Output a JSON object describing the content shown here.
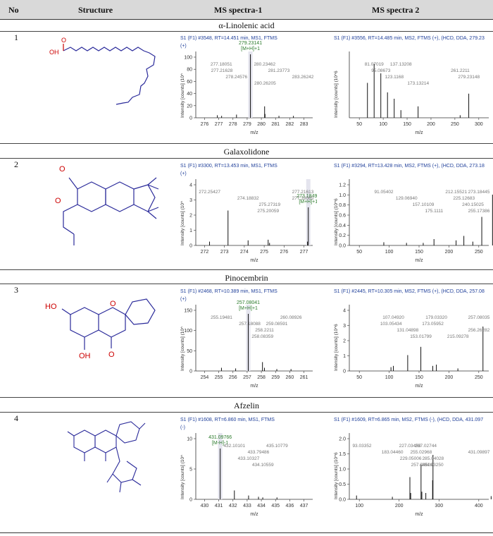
{
  "header": {
    "no": "No",
    "structure": "Structure",
    "ms1": "MS spectra-1",
    "ms2": "MS spectra 2"
  },
  "compounds": [
    {
      "no": "1",
      "name": "α-Linolenic acid",
      "ms1": {
        "title": "S1 (F1) #3548, RT=14.451 min, MS1, FTMS",
        "mode": "(+)",
        "ylabel": "Intensity [counts] (10^",
        "xlabel": "m/z",
        "xticks": [
          "276",
          "277",
          "278",
          "279",
          "280",
          "281",
          "282",
          "283"
        ],
        "yticks": [
          "0",
          "20",
          "40",
          "60",
          "80",
          "100"
        ],
        "main_label": "279.23141",
        "adduct": "[M+H]+1",
        "peaks": [
          {
            "mz": 276.9,
            "h": 4
          },
          {
            "mz": 277.2,
            "h": 3
          },
          {
            "mz": 278.25,
            "h": 5
          },
          {
            "mz": 279.23,
            "h": 100
          },
          {
            "mz": 280.23,
            "h": 18
          },
          {
            "mz": 280.26,
            "h": 6
          },
          {
            "mz": 281.24,
            "h": 3
          },
          {
            "mz": 282.26,
            "h": 3
          }
        ],
        "labels": [
          "277.18051",
          "277.21628",
          "278.24576",
          "280.26205",
          "280.23462",
          "281.23773",
          "283.26242"
        ]
      },
      "ms2": {
        "title": "S1 (F1) #3556, RT=14.485 min, MS2, FTMS (+), (HCD, DDA, 279.23",
        "ylabel": "Intensity [counts] (10^6",
        "xlabel": "m/z",
        "xticks": [
          "50",
          "100",
          "150",
          "200",
          "250",
          "300"
        ],
        "yticks": [],
        "peaks": [
          {
            "mz": 67,
            "h": 55
          },
          {
            "mz": 81,
            "h": 85
          },
          {
            "mz": 95,
            "h": 70
          },
          {
            "mz": 109,
            "h": 40
          },
          {
            "mz": 123,
            "h": 30
          },
          {
            "mz": 137,
            "h": 12
          },
          {
            "mz": 173,
            "h": 18
          },
          {
            "mz": 261,
            "h": 4
          },
          {
            "mz": 279,
            "h": 38
          }
        ],
        "labels": [
          "81.07019",
          "95.08673",
          "123.1168",
          "173.13214",
          "137.13208",
          "261.2211",
          "279.23148"
        ]
      }
    },
    {
      "no": "2",
      "name": "Galaxolidone",
      "ms1": {
        "title": "S1 (F1) #3300, RT=13.453 min, MS1, FTMS",
        "mode": "(+)",
        "ylabel": "Intensity [counts] (10^",
        "xlabel": "m/z",
        "xticks": [
          "272",
          "273",
          "274",
          "275",
          "276",
          "277"
        ],
        "yticks": [
          "0",
          "1",
          "2",
          "3",
          "4"
        ],
        "main_label": "273.18491",
        "adduct": "[M+H]+1",
        "peaks": [
          {
            "mz": 272.25,
            "h": 6
          },
          {
            "mz": 273.18,
            "h": 55
          },
          {
            "mz": 274.19,
            "h": 8
          },
          {
            "mz": 275.2,
            "h": 9
          },
          {
            "mz": 275.27,
            "h": 4
          },
          {
            "mz": 277.22,
            "h": 60
          },
          {
            "mz": 277.18,
            "h": 6
          }
        ],
        "labels": [
          "272.25427",
          "274.18832",
          "275.27319",
          "275.20059",
          "277.21613",
          "277.18065"
        ]
      },
      "ms2": {
        "title": "S1 (F1) #3294, RT=13.428 min, MS2, FTMS (+), (HCD, DDA, 273.18",
        "ylabel": "Intensity [counts] (10^6",
        "xlabel": "m/z",
        "xticks": [
          "50",
          "100",
          "150",
          "200",
          "250"
        ],
        "yticks": [
          "0.0",
          "0.2",
          "0.4",
          "0.6",
          "0.8",
          "1.0",
          "1.2"
        ],
        "peaks": [
          {
            "mz": 91,
            "h": 5
          },
          {
            "mz": 129,
            "h": 4
          },
          {
            "mz": 157,
            "h": 4
          },
          {
            "mz": 175,
            "h": 10
          },
          {
            "mz": 212,
            "h": 8
          },
          {
            "mz": 225,
            "h": 15
          },
          {
            "mz": 240,
            "h": 6
          },
          {
            "mz": 255,
            "h": 45
          },
          {
            "mz": 273,
            "h": 80
          }
        ],
        "labels": [
          "91.05402",
          "129.06940",
          "157.10109",
          "175.1111",
          "212.15521",
          "225.12683",
          "240.15025",
          "255.17386",
          "273.18445"
        ]
      }
    },
    {
      "no": "3",
      "name": "Pinocembrin",
      "ms1": {
        "title": "S1 (F1) #2468, RT=10.389 min, MS1, FTMS",
        "mode": "(+)",
        "ylabel": "Intensity [counts] (10^",
        "xlabel": "m/z",
        "xticks": [
          "254",
          "255",
          "256",
          "257",
          "258",
          "259",
          "260",
          "261"
        ],
        "yticks": [
          "0",
          "50",
          "100",
          "150"
        ],
        "main_label": "257.08041",
        "adduct": "[M+H]+1",
        "peaks": [
          {
            "mz": 255.19,
            "h": 5
          },
          {
            "mz": 256.19,
            "h": 4
          },
          {
            "mz": 257.08,
            "h": 90
          },
          {
            "mz": 258.08,
            "h": 14
          },
          {
            "mz": 258.22,
            "h": 5
          },
          {
            "mz": 259.09,
            "h": 3
          },
          {
            "mz": 260.09,
            "h": 3
          }
        ],
        "labels": [
          "255.19481",
          "257.18088",
          "258.2211",
          "258.08359",
          "260.08926",
          "259.08591"
        ]
      },
      "ms2": {
        "title": "S1 (F1) #2445, RT=10.305 min, MS2, FTMS (+), (HCD, DDA, 257.08",
        "ylabel": "Intensity [counts] (10^6",
        "xlabel": "m/z",
        "xticks": [
          "50",
          "100",
          "150",
          "200",
          "250"
        ],
        "yticks": [
          "0",
          "1",
          "2",
          "3",
          "4"
        ],
        "peaks": [
          {
            "mz": 103,
            "h": 6
          },
          {
            "mz": 107,
            "h": 8
          },
          {
            "mz": 131,
            "h": 25
          },
          {
            "mz": 153,
            "h": 38
          },
          {
            "mz": 173,
            "h": 8
          },
          {
            "mz": 179,
            "h": 10
          },
          {
            "mz": 215,
            "h": 4
          },
          {
            "mz": 257,
            "h": 70
          }
        ],
        "labels": [
          "107.04920",
          "103.05434",
          "131.04898",
          "153.01799",
          "179.03320",
          "173.05952",
          "256.26282",
          "215.09278",
          "257.08035"
        ]
      }
    },
    {
      "no": "4",
      "name": "Afzelin",
      "ms1": {
        "title": "S1 (F1) #1608, RT=6.860 min, MS1, FTMS",
        "mode": "(-)",
        "ylabel": "Intensity [counts] (10^",
        "xlabel": "m/z",
        "xticks": [
          "430",
          "431",
          "432",
          "433",
          "434",
          "435",
          "436",
          "437"
        ],
        "yticks": [
          "0",
          "5",
          "10"
        ],
        "main_label": "431.09766",
        "adduct": "[M-H]-1",
        "peaks": [
          {
            "mz": 431.1,
            "h": 80
          },
          {
            "mz": 432.1,
            "h": 14
          },
          {
            "mz": 433.1,
            "h": 6
          },
          {
            "mz": 433.8,
            "h": 4
          },
          {
            "mz": 434.1,
            "h": 3
          },
          {
            "mz": 435.1,
            "h": 3
          }
        ],
        "labels": [
          "432.10101",
          "433.79486",
          "433.10327",
          "434.10559",
          "435.10779"
        ]
      },
      "ms2": {
        "title": "S1 (F1) #1609, RT=6.865 min, MS2, FTMS (-), (HCD, DDA, 431.097",
        "ylabel": "Intensity [counts] (10^6",
        "xlabel": "m/z",
        "xticks": [
          "100",
          "200",
          "300",
          "400"
        ],
        "yticks": [
          "0.0",
          "0.5",
          "1.0",
          "1.5",
          "2.0"
        ],
        "peaks": [
          {
            "mz": 93,
            "h": 6
          },
          {
            "mz": 183,
            "h": 4
          },
          {
            "mz": 229,
            "h": 10
          },
          {
            "mz": 227,
            "h": 35
          },
          {
            "mz": 255,
            "h": 55
          },
          {
            "mz": 257,
            "h": 12
          },
          {
            "mz": 267,
            "h": 10
          },
          {
            "mz": 284,
            "h": 30
          },
          {
            "mz": 285,
            "h": 70
          },
          {
            "mz": 431,
            "h": 5
          }
        ],
        "labels": [
          "93.03352",
          "183.04460",
          "229.05006",
          "257.04526",
          "227.03453",
          "255.02968",
          "285.04028",
          "284.03250",
          "267.02744",
          "431.09897"
        ]
      }
    }
  ],
  "structure_atoms": {
    "oh": "OH",
    "o": "O",
    "ho": "HO"
  },
  "colors": {
    "header_bg": "#d9d9d9",
    "title_blue": "#1f3f9a",
    "green": "#2a7a2a",
    "bond": "#2a2a9a",
    "oxygen": "#cc0000"
  }
}
